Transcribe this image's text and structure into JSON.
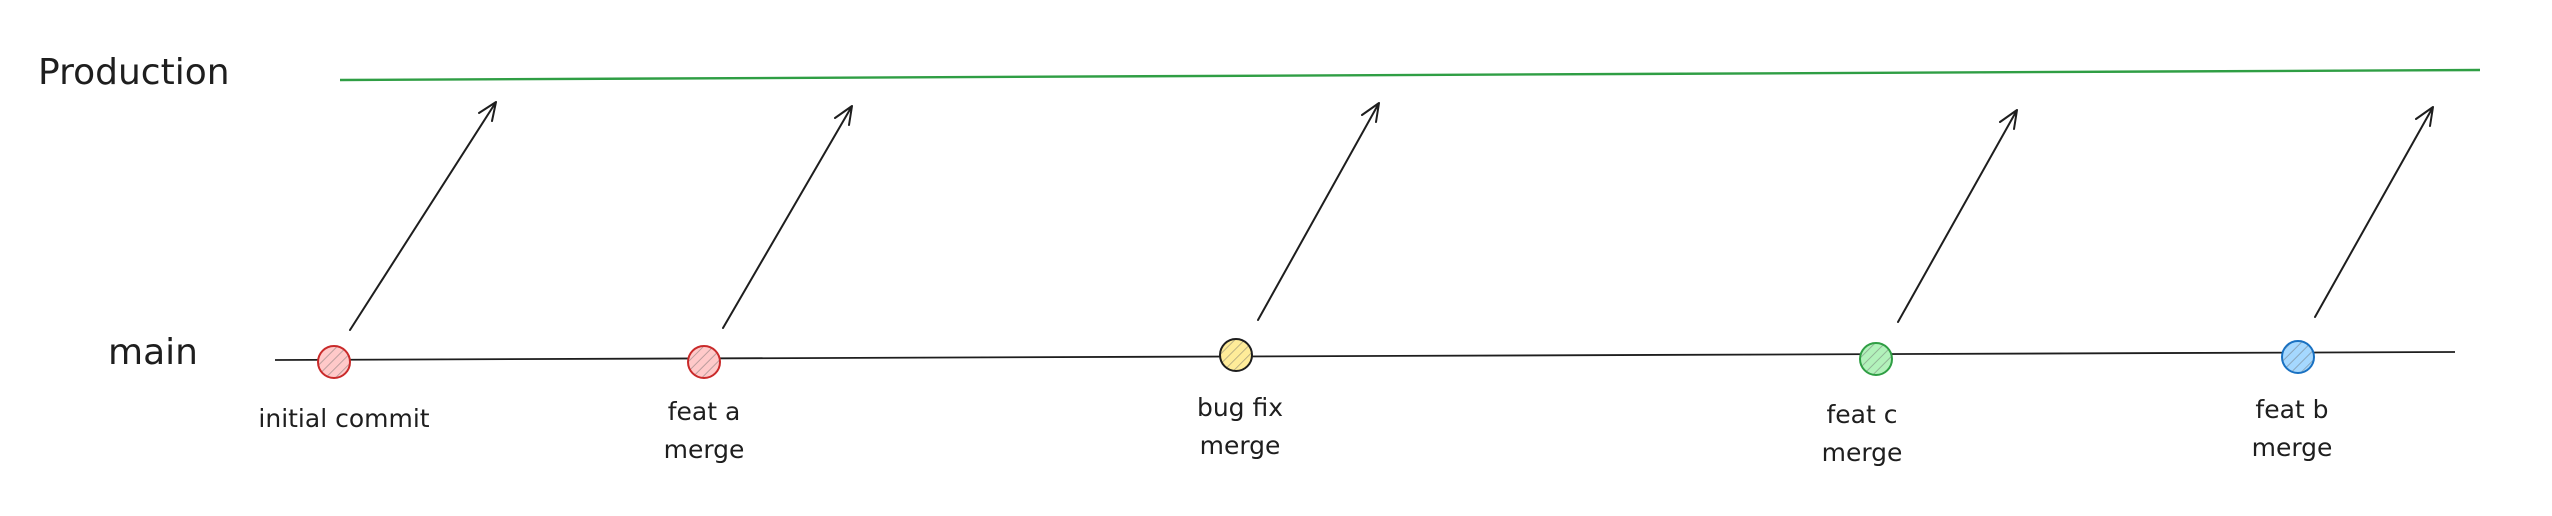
{
  "branches": {
    "production": {
      "label": "Production",
      "color": "#2f9e44"
    },
    "main": {
      "label": "main",
      "color": "#1e1e1e"
    }
  },
  "commits": [
    {
      "lines": [
        "initial commit"
      ],
      "fill": "#ffc9c9",
      "stroke": "#c92a2a"
    },
    {
      "lines": [
        "feat a",
        "merge"
      ],
      "fill": "#ffc9c9",
      "stroke": "#c92a2a"
    },
    {
      "lines": [
        "bug fix",
        "merge"
      ],
      "fill": "#ffec99",
      "stroke": "#1e1e1e"
    },
    {
      "lines": [
        "feat c",
        "merge"
      ],
      "fill": "#b2f2bb",
      "stroke": "#2f9e44"
    },
    {
      "lines": [
        "feat b",
        "merge"
      ],
      "fill": "#a5d8ff",
      "stroke": "#1971c2"
    }
  ]
}
